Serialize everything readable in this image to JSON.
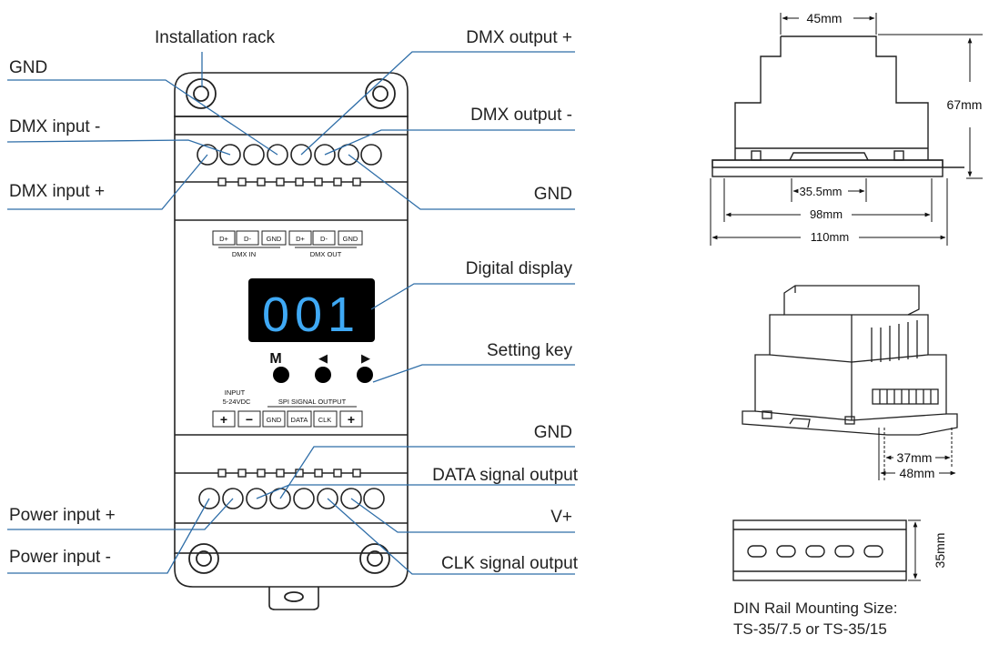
{
  "colors": {
    "leader": "#2f6ea8",
    "ink": "#222222",
    "display_bg": "#000000",
    "digit": "#3fa9f5"
  },
  "callouts": {
    "installation_rack": "Installation rack",
    "gnd_top_left": "GND",
    "dmx_input_minus": "DMX input -",
    "dmx_input_plus": "DMX input +",
    "dmx_output_plus": "DMX output +",
    "dmx_output_minus": "DMX output -",
    "gnd_top_right": "GND",
    "digital_display": "Digital display",
    "setting_key": "Setting key",
    "gnd_bottom_right": "GND",
    "data_signal_output": "DATA signal output",
    "v_plus": "V+",
    "clk_signal_output": "CLK signal output",
    "power_input_plus": "Power input +",
    "power_input_minus": "Power input -"
  },
  "panel": {
    "dmx_pins": [
      "D+",
      "D-",
      "GND",
      "D+",
      "D-",
      "GND"
    ],
    "dmx_in": "DMX IN",
    "dmx_out": "DMX OUT",
    "display_value": "001",
    "key_m": "M",
    "key_left": "◀",
    "key_right": "▶",
    "input_label": "INPUT",
    "input_voltage": "5-24VDC",
    "input_pins": [
      "+",
      "−"
    ],
    "spi_label": "SPI SIGNAL OUTPUT",
    "spi_pins": [
      "GND",
      "DATA",
      "CLK",
      "+"
    ]
  },
  "dimensions": {
    "width_top": "45mm",
    "height": "67mm",
    "rail_gap": "35.5mm",
    "width_98": "98mm",
    "width_110": "110mm",
    "iso_37": "37mm",
    "iso_48": "48mm",
    "rail_35": "35mm"
  },
  "din_rail": {
    "line1": "DIN Rail Mounting Size:",
    "line2": "TS-35/7.5 or TS-35/15"
  }
}
